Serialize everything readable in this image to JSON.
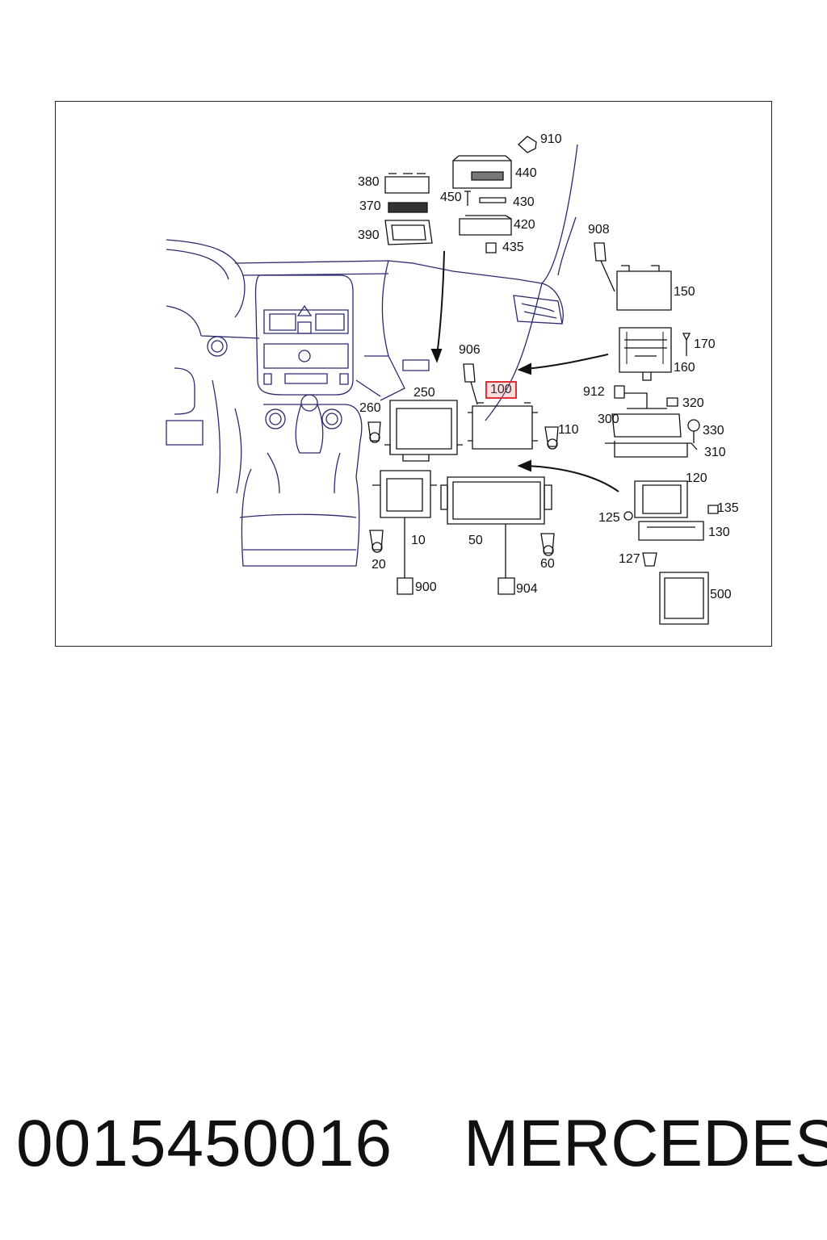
{
  "diagram": {
    "callouts": {
      "c910": "910",
      "c440": "440",
      "c380": "380",
      "c370": "370",
      "c390": "390",
      "c450": "450",
      "c430": "430",
      "c420": "420",
      "c435": "435",
      "c908": "908",
      "c150": "150",
      "c170": "170",
      "c160": "160",
      "c906": "906",
      "c100": "100",
      "c250": "250",
      "c260": "260",
      "c110": "110",
      "c912": "912",
      "c320": "320",
      "c300": "300",
      "c330": "330",
      "c310": "310",
      "c120": "120",
      "c135": "135",
      "c125": "125",
      "c130": "130",
      "c127": "127",
      "c10": "10",
      "c50": "50",
      "c20": "20",
      "c60": "60",
      "c900": "900",
      "c904": "904",
      "c500": "500"
    },
    "highlighted_part": "100"
  },
  "caption": {
    "part_number": "0015450016",
    "brand": "MERCEDES"
  }
}
